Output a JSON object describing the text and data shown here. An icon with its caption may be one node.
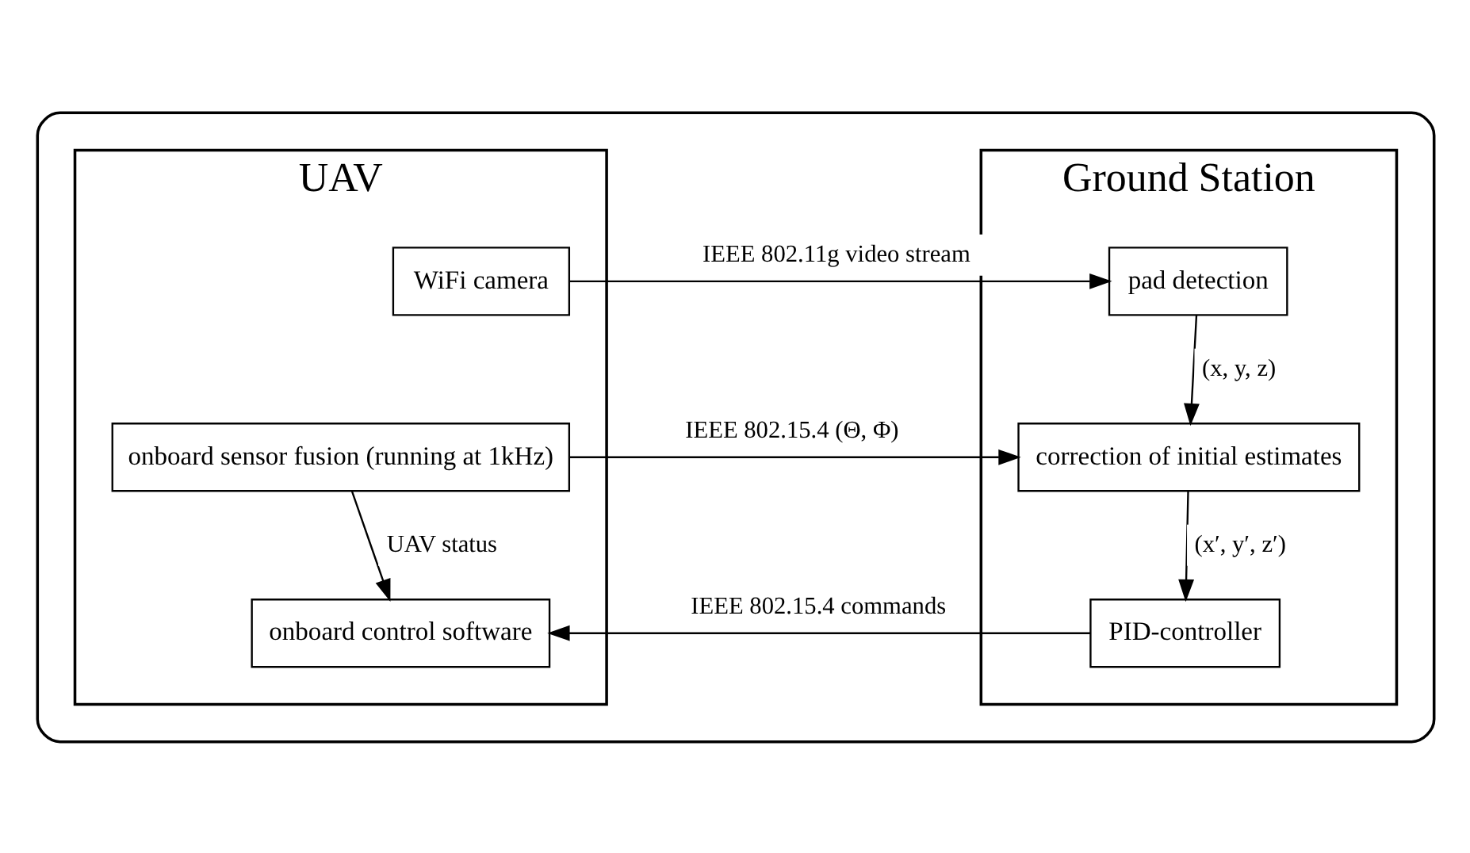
{
  "diagram": {
    "nodes": [
      {
        "text": [],
        "shape": "box"
      },
      {
        "text": [
          "UAV"
        ],
        "in": 0
      },
      {
        "text": [
          "WiFi camera"
        ],
        "in": 1
      },
      {
        "text": [
          "onboard sensor fusion (running at 1kHz)"
        ],
        "in": 1
      },
      {
        "text": [
          "onboard control software"
        ],
        "in": 1
      },
      {
        "text": [
          "Ground Station"
        ],
        "in": 0
      },
      {
        "text": [
          "pad detection"
        ],
        "in": 5
      },
      {
        "text": [
          "correction of initial estimates"
        ],
        "in": 5
      },
      {
        "text": [
          "PID-controller"
        ],
        "in": 5
      }
    ],
    "edges": [
      {
        "from": 2,
        "to": 6,
        "arrow": "to",
        "label": "IEEE 802.11g video stream"
      },
      {
        "from": 6,
        "to": 7,
        "arrow": "to",
        "label": "(x, y, z)"
      },
      {
        "from": 3,
        "to": 7,
        "arrow": "to",
        "label": "IEEE 802.15.4 (Θ, Φ)"
      },
      {
        "from": 3,
        "to": 4,
        "arrow": "to",
        "label": "UAV status"
      },
      {
        "from": 7,
        "to": 8,
        "arrow": "to",
        "label": "(x′, y′, z′)"
      },
      {
        "from": 8,
        "to": 4,
        "arrow": "to",
        "label": "IEEE 802.15.4 commands"
      }
    ]
  }
}
